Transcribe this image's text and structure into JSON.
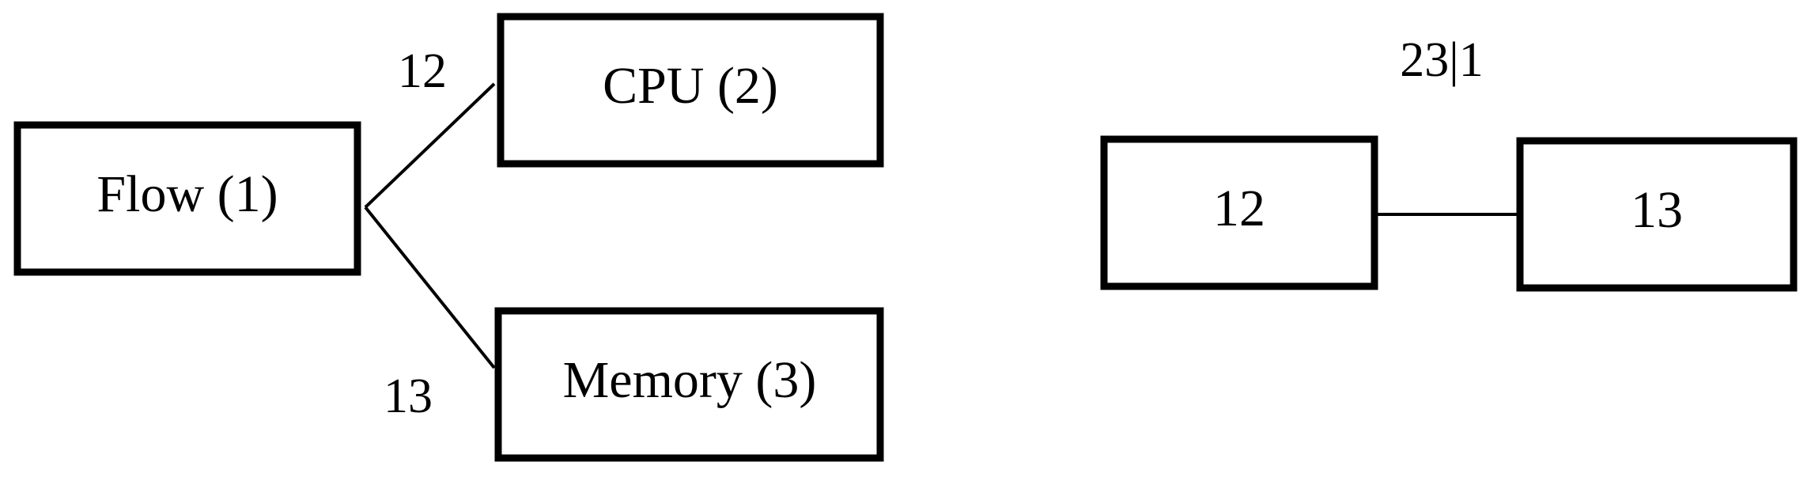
{
  "left_diagram": {
    "nodes": {
      "flow": "Flow (1)",
      "cpu": "CPU (2)",
      "memory": "Memory (3)"
    },
    "edges": {
      "flow_cpu": "12",
      "flow_memory": "13"
    }
  },
  "right_diagram": {
    "title": "23|1",
    "nodes": {
      "left": "12",
      "right": "13"
    }
  },
  "colors": {
    "stroke": "#000000",
    "background": "#ffffff"
  }
}
